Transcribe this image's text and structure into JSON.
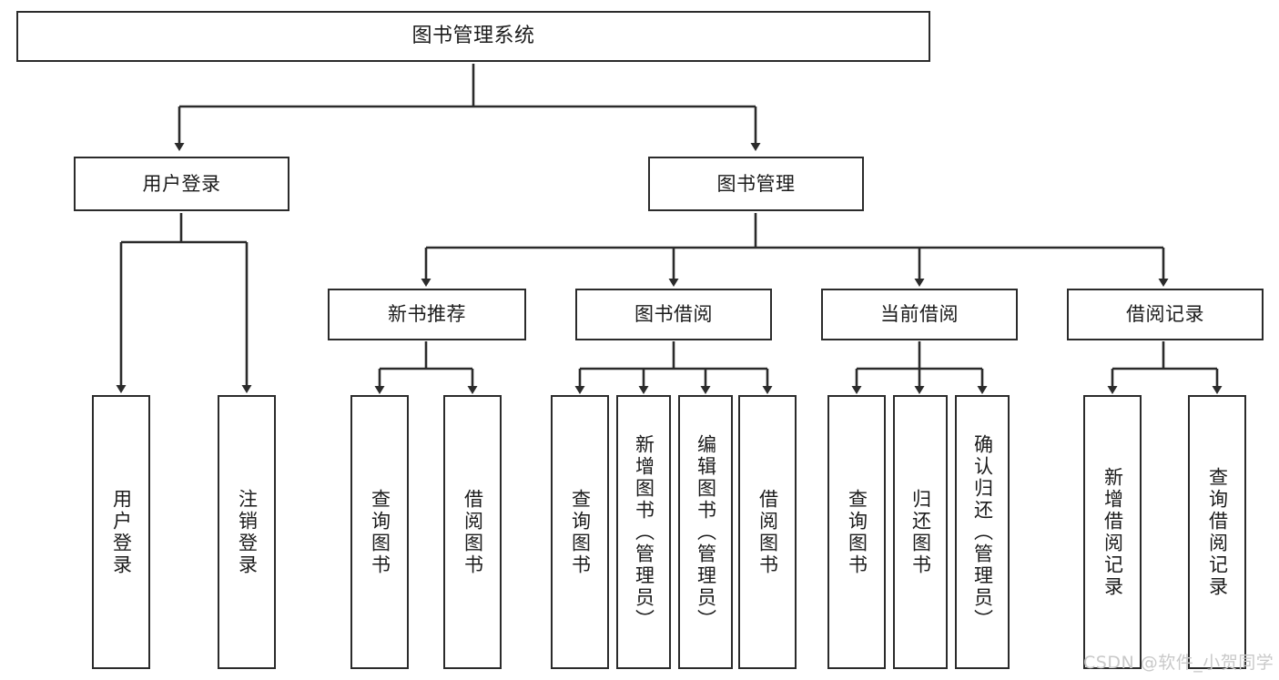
{
  "diagram": {
    "title": "图书管理系统",
    "type": "tree",
    "orientation": "top-down",
    "colors": {
      "box_border": "#2b2b2b",
      "box_fill": "#ffffff",
      "edge": "#2b2b2b",
      "text": "#1b1b1b",
      "watermark": "#c9c9c9",
      "background": "#ffffff"
    },
    "watermark": "CSDN @软件_小贺同学"
  },
  "nodes": {
    "root": {
      "label": "图书管理系统"
    },
    "level2": [
      {
        "id": "user-login",
        "label": "用户登录"
      },
      {
        "id": "book-manage",
        "label": "图书管理"
      }
    ],
    "level3": [
      {
        "id": "new-book-recommend",
        "label": "新书推荐"
      },
      {
        "id": "book-borrow",
        "label": "图书借阅"
      },
      {
        "id": "current-borrow",
        "label": "当前借阅"
      },
      {
        "id": "borrow-record",
        "label": "借阅记录"
      }
    ],
    "leaves": {
      "user_login": [
        {
          "id": "leaf-user-login",
          "label": "用户登录"
        },
        {
          "id": "leaf-logout-login",
          "label": "注销登录"
        }
      ],
      "new_book_recommend": [
        {
          "id": "leaf-query-book-1",
          "label": "查询图书"
        },
        {
          "id": "leaf-borrow-book-1",
          "label": "借阅图书"
        }
      ],
      "book_borrow": [
        {
          "id": "leaf-query-book-2",
          "label": "查询图书"
        },
        {
          "id": "leaf-add-book",
          "label": "新增图书（管理员）"
        },
        {
          "id": "leaf-edit-book",
          "label": "编辑图书（管理员）"
        },
        {
          "id": "leaf-borrow-book-2",
          "label": "借阅图书"
        }
      ],
      "current_borrow": [
        {
          "id": "leaf-query-book-3",
          "label": "查询图书"
        },
        {
          "id": "leaf-return-book",
          "label": "归还图书"
        },
        {
          "id": "leaf-confirm-return",
          "label": "确认归还（管理员）"
        }
      ],
      "borrow_record": [
        {
          "id": "leaf-add-record",
          "label": "新增借阅记录"
        },
        {
          "id": "leaf-query-record",
          "label": "查询借阅记录"
        }
      ]
    }
  }
}
